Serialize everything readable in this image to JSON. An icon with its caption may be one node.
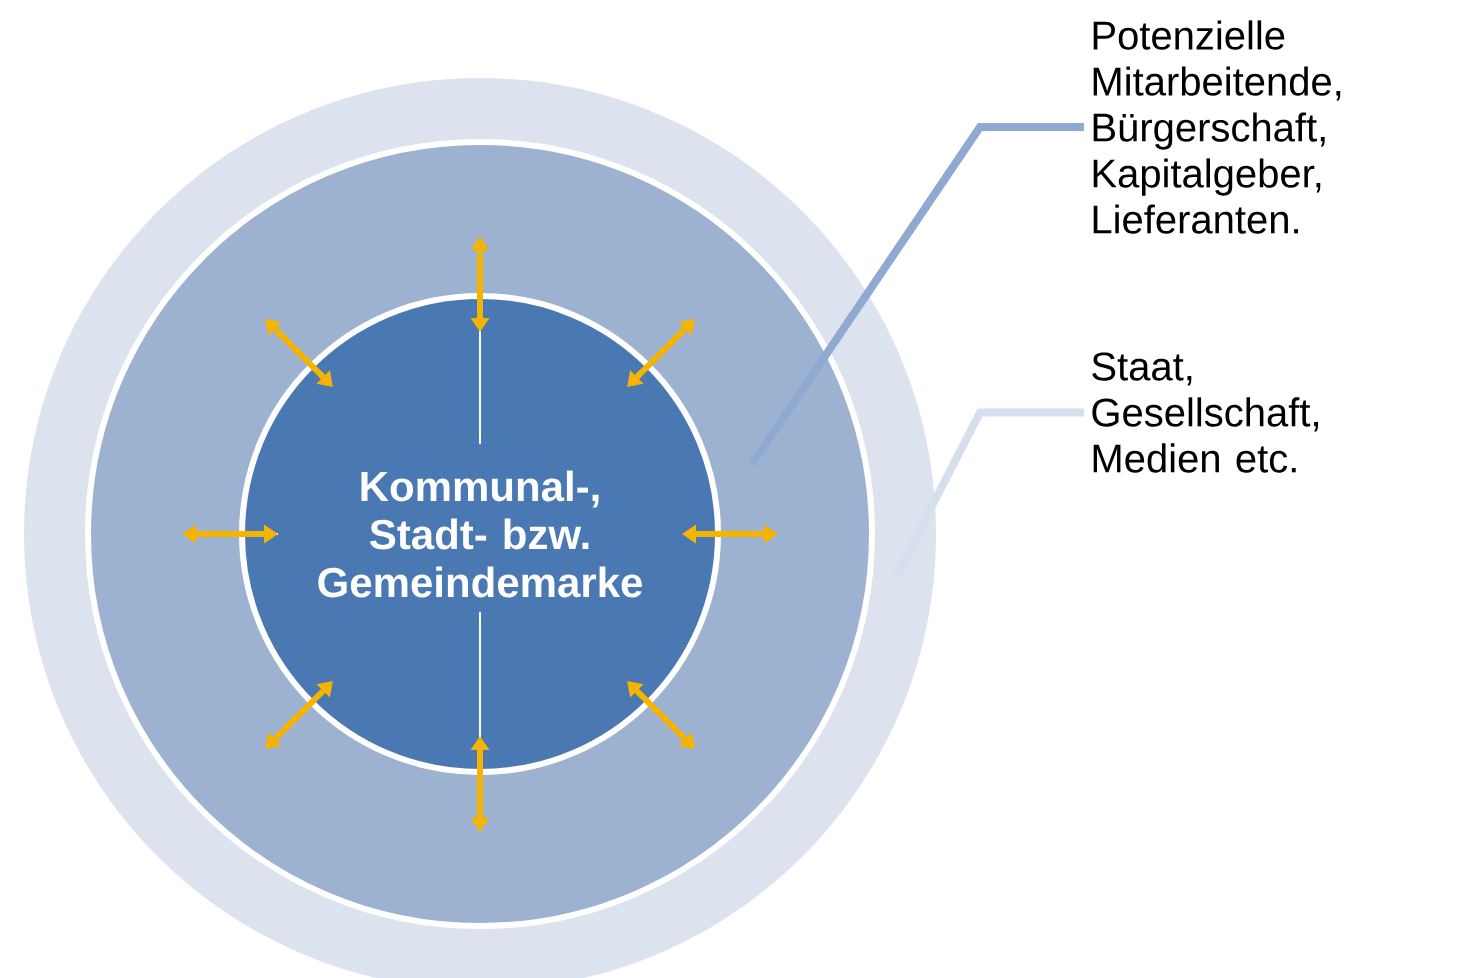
{
  "diagram": {
    "nodes": [
      {
        "text": [],
        "shape": "circle"
      },
      {
        "text": [],
        "shape": "circle",
        "in": 0
      },
      {
        "text": [
          "Kommunal-, Stadt- bzw. Gemeindemarke"
        ],
        "in": 1
      },
      {
        "text": [
          "Potenzielle Mitarbeitende, Bürgerschaft, Kapitalgeber, Lieferanten."
        ]
      },
      {
        "text": [
          "Staat, Gesellschaft, Medien etc."
        ]
      }
    ],
    "edges": [
      {
        "from": 3,
        "to": 1,
        "arrow": "none",
        "color": "#8fa9d1"
      },
      {
        "from": 4,
        "to": 0,
        "arrow": "none",
        "color": "#d6dfee"
      }
    ]
  }
}
